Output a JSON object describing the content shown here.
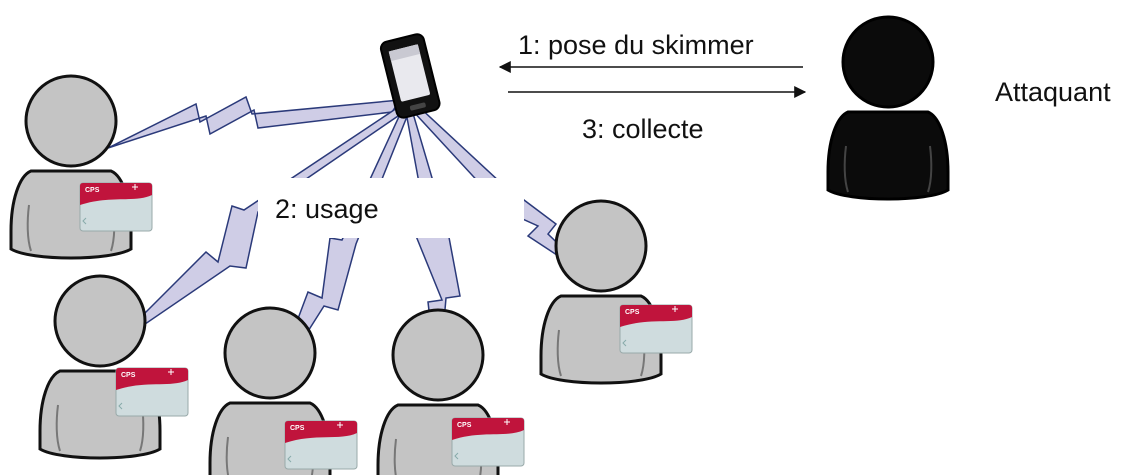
{
  "labels": {
    "step1": "1: pose du skimmer",
    "step2": "2: usage",
    "step3": "3: collecte",
    "attacker": "Attaquant"
  },
  "card": {
    "text": "CPS"
  },
  "icons": {
    "device": "skimmer-device-icon",
    "attacker": "attacker-person-icon",
    "victim": "user-person-icon",
    "card": "cps-card-icon",
    "link": "wireless-lightning-link"
  },
  "colors": {
    "victim_body": "#c4c4c4",
    "attacker_body": "#0b0b0b",
    "lightning": "#cfcde6",
    "lightning_stroke": "#2b3a7a",
    "card_band": "#c0143c",
    "card_body": "#cfdcde"
  }
}
